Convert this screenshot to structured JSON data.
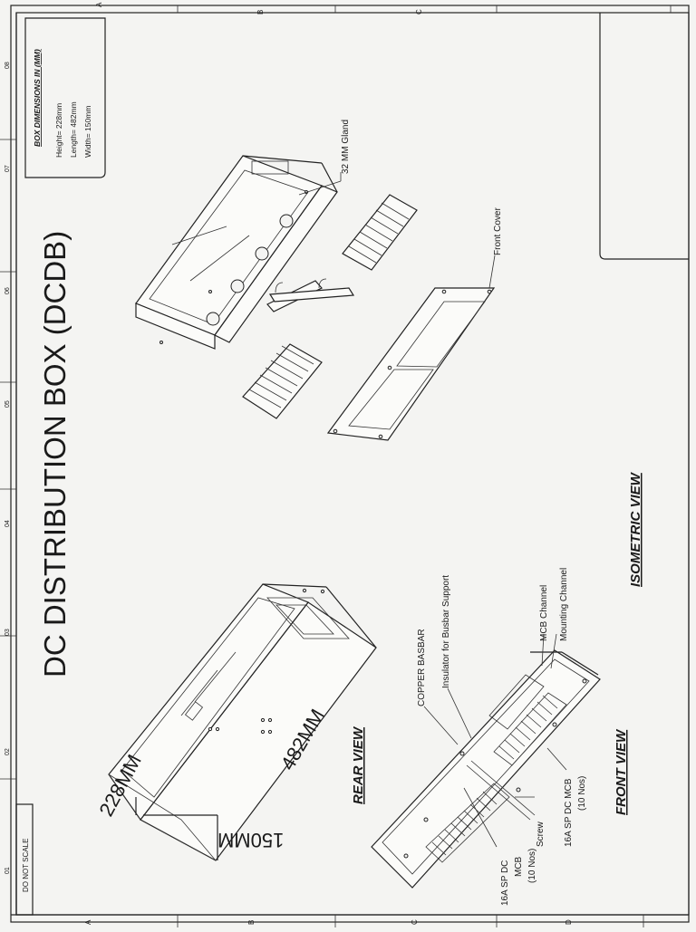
{
  "title": "DC DISTRIBUTION BOX (DCDB)",
  "box_dimensions": {
    "heading": "BOX DIMENSIONS IN (MM)",
    "height": "Height= 228mm",
    "length": "Length= 482mm",
    "width": "Width= 150mm"
  },
  "dimension_labels": {
    "height": "228MM",
    "length": "482MM",
    "width": "150MM"
  },
  "views": {
    "rear": "REAR VIEW",
    "front": "FRONT VIEW",
    "isometric": "ISOMETRIC VIEW"
  },
  "callouts": {
    "copper_basbar": "COPPER BASBAR",
    "insulator": "Insulator for Busbar Support",
    "mcb_channel": "MCB Channel",
    "mounting_channel": "Mounting Channel",
    "mcb_left_1": "16A SP DC",
    "mcb_left_2": "MCB",
    "mcb_left_3": "(10 Nos)",
    "screw": "Screw",
    "mcb_right_1": "16A SP DC MCB",
    "mcb_right_2": "(10 Nos)",
    "gland": "32 MM Gland",
    "front_cover": "Front Cover"
  },
  "title_block": {
    "scale_note": "DO NOT SCALE"
  },
  "grid_numbers": [
    "01",
    "02",
    "03",
    "04",
    "05",
    "06",
    "07",
    "08"
  ],
  "grid_letters": [
    "A",
    "B",
    "C",
    "D"
  ]
}
